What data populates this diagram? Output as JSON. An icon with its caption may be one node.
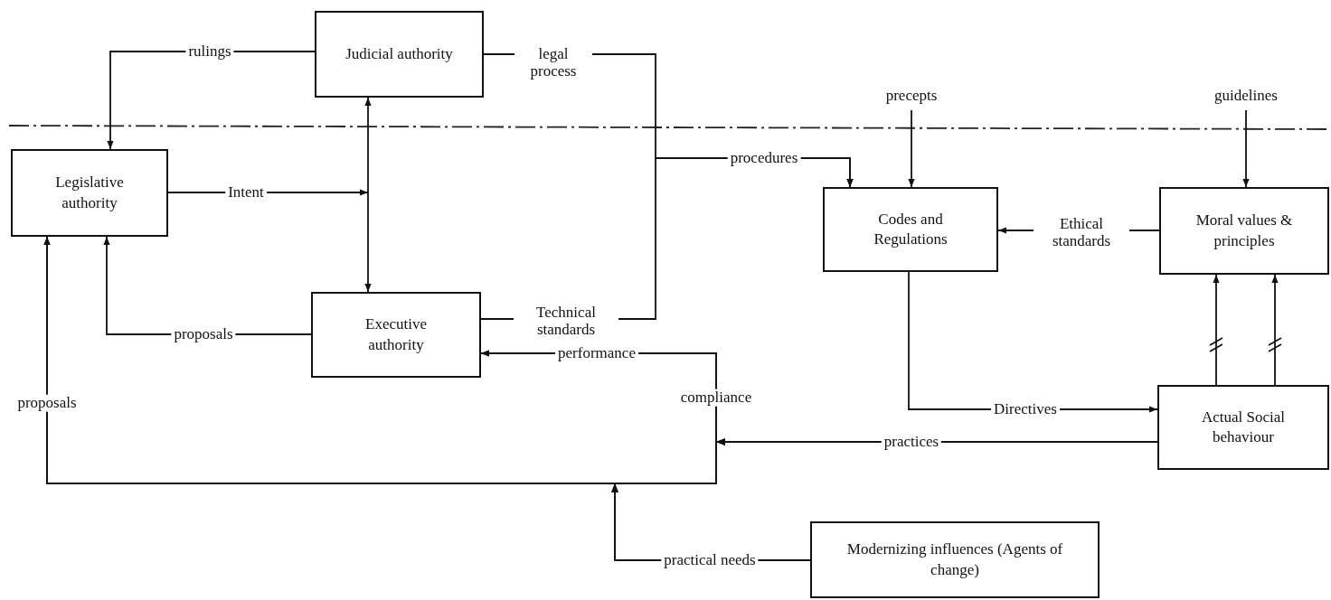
{
  "diagram": {
    "nodes": [
      {
        "text": [
          "Judicial authority"
        ]
      },
      {
        "text": [
          "Legislative authority"
        ]
      },
      {
        "text": [
          "Executive authority"
        ]
      },
      {
        "text": [
          "Codes and Regulations"
        ]
      },
      {
        "text": [
          "Moral values & principles"
        ]
      },
      {
        "text": [
          "Actual Social behaviour"
        ]
      },
      {
        "text": [
          "Modernizing influences (Agents of change)"
        ]
      }
    ],
    "edges": [
      {
        "from": 0,
        "to": 1,
        "arrow": "to",
        "label": "rulings"
      },
      {
        "from": 0,
        "to": 2,
        "arrow": "both"
      },
      {
        "from": 1,
        "to": null,
        "arrow": "to",
        "label": "Intent"
      },
      {
        "from": 0,
        "to": 3,
        "arrow": "to",
        "label": "legal process"
      },
      {
        "from": 2,
        "to": 3,
        "arrow": "to",
        "label": "Technical standards"
      },
      {
        "from": null,
        "to": 3,
        "arrow": "to",
        "label": "precepts"
      },
      {
        "from": null,
        "to": 4,
        "arrow": "to",
        "label": "guidelines"
      },
      {
        "from": 4,
        "to": 3,
        "arrow": "to",
        "label": "Ethical standards"
      },
      {
        "from": 3,
        "to": 5,
        "arrow": "to",
        "label": "Directives"
      },
      {
        "from": 5,
        "to": 4,
        "arrow": "to"
      },
      {
        "from": 5,
        "to": 4,
        "arrow": "to"
      },
      {
        "from": 5,
        "to": 2,
        "arrow": "to",
        "label": "practices"
      },
      {
        "from": 5,
        "to": 1,
        "arrow": "to",
        "label": "proposals"
      },
      {
        "from": 6,
        "to": 2,
        "arrow": "to",
        "label": "practical needs"
      },
      {
        "from": 6,
        "to": 1,
        "arrow": "to"
      },
      {
        "from": 2,
        "to": 1,
        "arrow": "to",
        "label": "proposals"
      }
    ],
    "labels": [
      "procedures",
      "performance",
      "compliance"
    ]
  }
}
